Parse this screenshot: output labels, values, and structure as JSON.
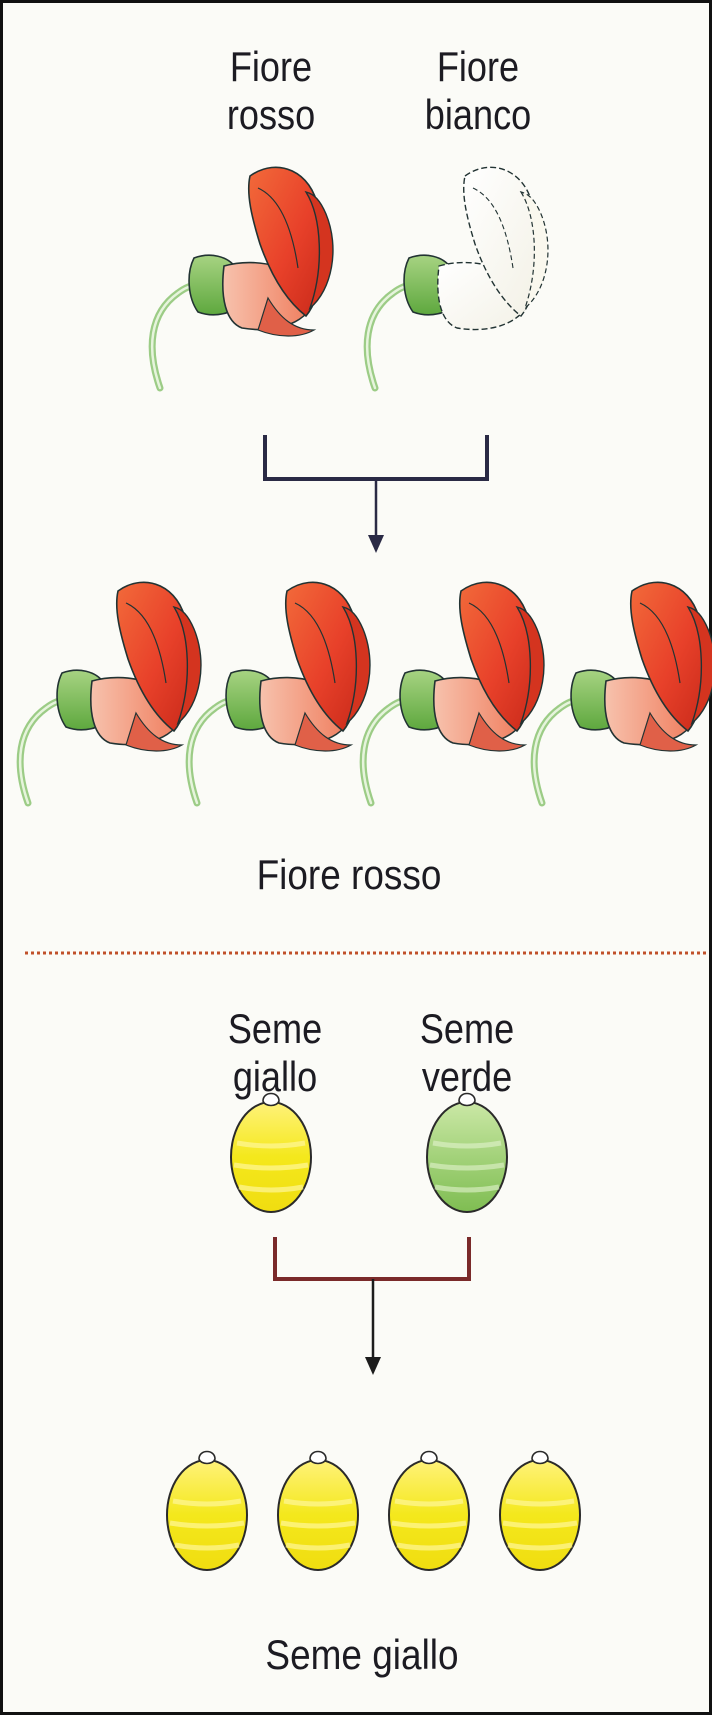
{
  "flowers": {
    "parent_left": {
      "line1": "Fiore",
      "line2": "rosso"
    },
    "parent_right": {
      "line1": "Fiore",
      "line2": "bianco"
    },
    "offspring_label": "Fiore rosso",
    "offspring_count": 4
  },
  "seeds": {
    "parent_left": {
      "line1": "Seme",
      "line2": "giallo"
    },
    "parent_right": {
      "line1": "Seme",
      "line2": "verde"
    },
    "offspring_label": "Seme giallo",
    "offspring_count": 4
  },
  "colors": {
    "red_flower": "#e8412a",
    "red_flower_light": "#f5a18a",
    "white_flower": "#ffffff",
    "sepal_green": "#7fbf5a",
    "stem_green": "#b6dba0",
    "yellow_seed": "#f4ea1c",
    "green_seed": "#9bcf6a",
    "divider": "#c0502a",
    "connector_flowers": "#2a2a45",
    "connector_seeds": "#7a2a2a"
  }
}
